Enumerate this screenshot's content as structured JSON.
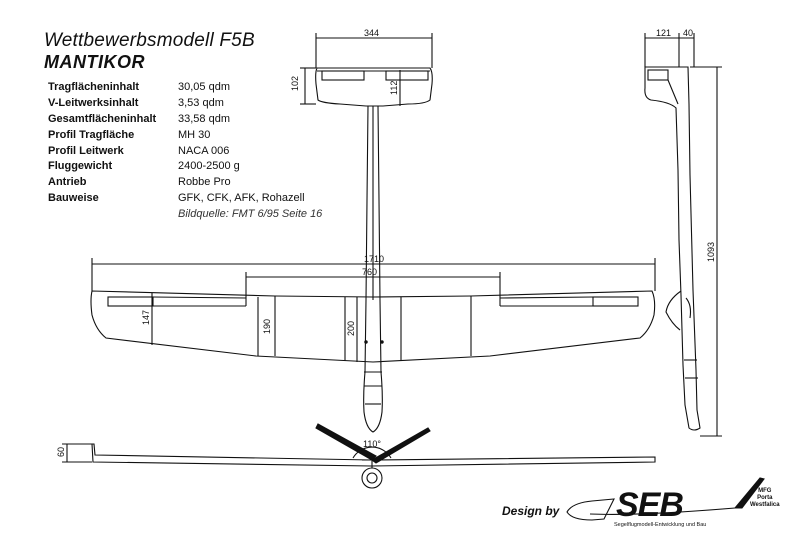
{
  "title": "Wettbewerbsmodell F5B",
  "subtitle": "MANTIKOR",
  "specs": [
    {
      "label": "Tragflächeninhalt",
      "value": "30,05 qdm"
    },
    {
      "label": "V-Leitwerksinhalt",
      "value": "3,53 qdm"
    },
    {
      "label": "Gesamtflächeninhalt",
      "value": "33,58 qdm"
    },
    {
      "label": "Profil Tragfläche",
      "value": "MH 30"
    },
    {
      "label": "Profil Leitwerk",
      "value": "NACA 006"
    },
    {
      "label": "Fluggewicht",
      "value": "2400-2500 g"
    },
    {
      "label": "Antrieb",
      "value": "Robbe Pro"
    },
    {
      "label": "Bauweise",
      "value": "GFK, CFK, AFK, Rohazell"
    }
  ],
  "source": "Bildquelle: FMT 6/95 Seite 16",
  "dimensions": {
    "tail_span": "344",
    "tail_chord": "102",
    "tail_inner": "112",
    "side_121": "121",
    "side_40": "40",
    "span": "1710",
    "center_section": "760",
    "tip_chord": "147",
    "mid_chord": "190",
    "root_chord": "200",
    "length": "1093",
    "front_height": "60",
    "v_angle": "110°"
  },
  "logo": {
    "design_by": "Design by",
    "brand": "SEB",
    "tagline": "Segelflugmodell-Entwicklung und Bau",
    "mfg": [
      "MFG",
      "Porta",
      "Westfalica"
    ]
  }
}
